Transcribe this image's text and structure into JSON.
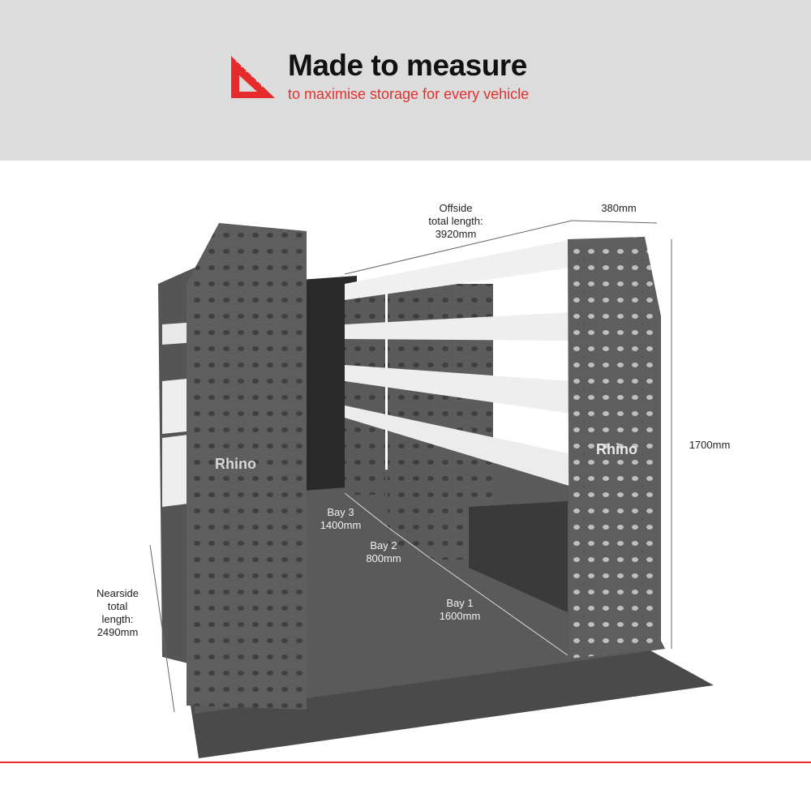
{
  "banner": {
    "title": "Made to measure",
    "subtitle": "to maximise storage for every vehicle",
    "icon": "set-square-ruler-icon",
    "accent_color": "#e52b2b",
    "background_color": "#dcdcdc"
  },
  "dimensions": {
    "offside": {
      "line1": "Offside",
      "line2": "total length:",
      "line3": "3920mm"
    },
    "depth": "380mm",
    "height": "1700mm",
    "nearside": {
      "line1": "Nearside",
      "line2": "total",
      "line3": "length:",
      "line4": "2490mm"
    },
    "bays": [
      {
        "name": "Bay 3",
        "length": "1400mm"
      },
      {
        "name": "Bay 2",
        "length": "800mm"
      },
      {
        "name": "Bay 1",
        "length": "1600mm"
      }
    ]
  },
  "brand": {
    "logo_text": "Rhino"
  }
}
